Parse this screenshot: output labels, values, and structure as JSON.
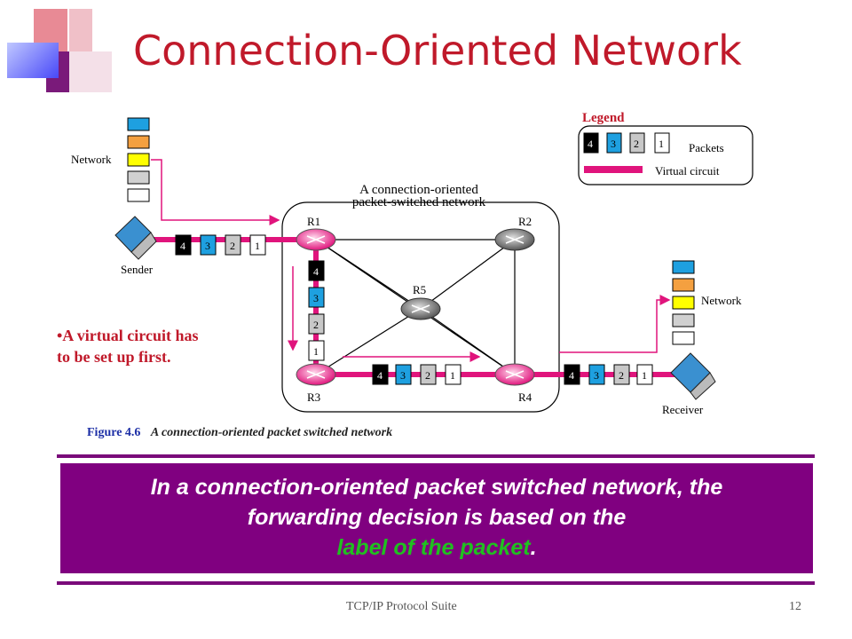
{
  "slide": {
    "title": "Connection-Oriented Network",
    "note": [
      "•A virtual circuit has",
      "to be set up first."
    ],
    "banner": {
      "line1": "In a connection-oriented packet switched network, the",
      "line2": "forwarding decision is based on the",
      "line3": "label of the packet",
      "line3_end": "."
    },
    "footer": {
      "text": "TCP/IP Protocol Suite",
      "page": "12"
    }
  },
  "figure": {
    "caption_label": "Figure 4.6",
    "caption_text": "A connection-oriented packet switched network",
    "network_title_line1": "A connection-oriented",
    "network_title_line2": "packet-switched network",
    "legend": {
      "title": "Legend",
      "packets": "Packets",
      "virtual_circuit": "Virtual circuit"
    },
    "labels": {
      "network_left": "Network",
      "network_right": "Network",
      "sender": "Sender",
      "receiver": "Receiver"
    },
    "routers": [
      "R1",
      "R2",
      "R3",
      "R4",
      "R5"
    ],
    "packet_numbers": [
      "4",
      "3",
      "2",
      "1"
    ],
    "colors": {
      "circuit": "#e0147c",
      "packet4": "#000000",
      "packet3": "#1ea0e0",
      "packet2": "#c8c8c8",
      "packet1": "#ffffff",
      "stack": [
        "#1ea0e0",
        "#f4a040",
        "#ffff00",
        "#d0d0d0",
        "#ffffff"
      ],
      "title": "#c0192a",
      "banner": "#800080",
      "banner_highlight": "#20c020"
    }
  }
}
